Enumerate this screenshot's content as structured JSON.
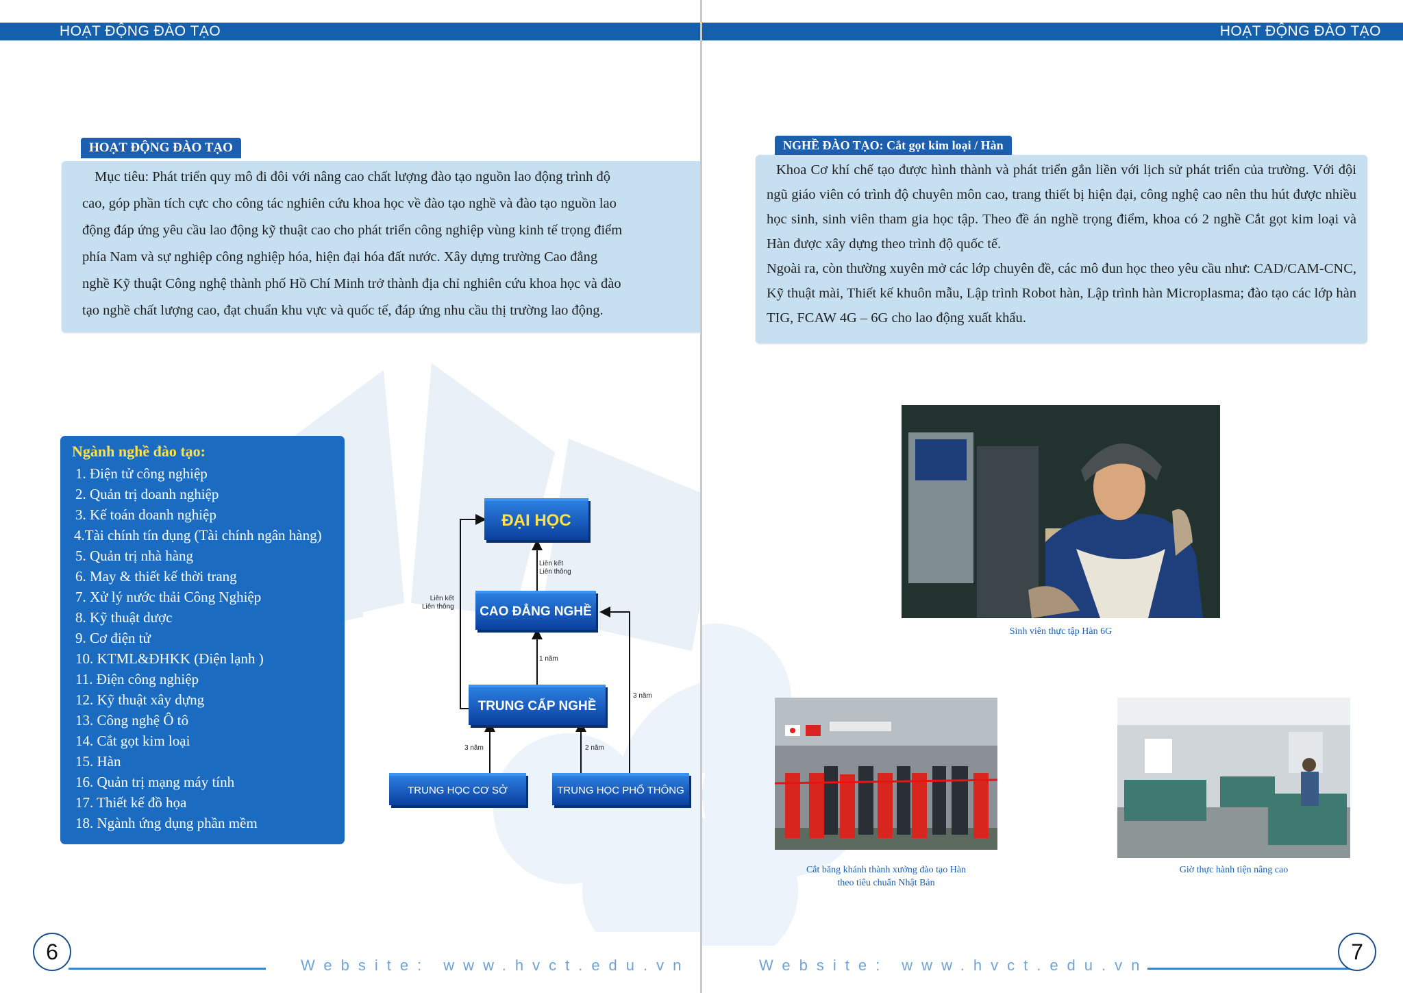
{
  "header": {
    "left_title": "HOẠT ĐỘNG ĐÀO TẠO",
    "right_title": "HOẠT ĐỘNG ĐÀO TẠO"
  },
  "left_page": {
    "section_label": "HOẠT ĐỘNG ĐÀO TẠO",
    "paragraph_lines": [
      "Mục tiêu: Phát triển quy mô đi đôi với nâng cao chất lượng đào tạo nguồn lao động trình độ",
      "cao, góp phần tích cực cho công tác nghiên cứu khoa học về đào tạo nghề và đào tạo nguồn lao",
      "động đáp ứng yêu cầu lao động kỹ thuật cao cho phát triển công nghiệp vùng kinh tế trọng điểm",
      "phía Nam và sự nghiệp công nghiệp hóa, hiện đại hóa đất nước. Xây dựng trường Cao đẳng",
      "nghề Kỹ thuật Công nghệ thành phố Hồ Chí Minh trở thành địa chỉ nghiên cứu khoa học và đào",
      "tạo nghề chất lượng cao, đạt chuẩn khu vực và quốc tế, đáp ứng nhu cầu thị trường lao động."
    ],
    "majors_title": "Ngành nghề đào tạo:",
    "majors": [
      "1. Điện tử công nghiệp",
      "2. Quản trị doanh nghiệp",
      "3. Kế toán doanh nghiệp",
      "4.Tài chính tín dụng (Tài chính ngân hàng)",
      "5. Quản trị nhà hàng",
      "6. May & thiết kế thời trang",
      "7. Xử lý nước thải Công Nghiệp",
      "8. Kỹ thuật dược",
      "9. Cơ điện tử",
      "10. KTML&ĐHKK (Điện lạnh )",
      "11. Điện công nghiệp",
      "12. Kỹ thuật xây dựng",
      "13. Công nghệ Ô tô",
      "14. Cắt gọt kim loại",
      "15. Hàn",
      "16. Quản trị mạng máy tính",
      "17. Thiết kế đồ họa",
      "18. Ngành ứng dụng phần mềm"
    ],
    "diagram": {
      "dai_hoc": "ĐẠI HỌC",
      "cao_dang": "CAO ĐẲNG NGHỀ",
      "trung_cap": "TRUNG CẤP NGHỀ",
      "thcs": "TRUNG HỌC CƠ SỞ",
      "thpt": "TRUNG HỌC PHỔ THÔNG",
      "link1_line1": "Liên kết",
      "link1_line2": "Liên thông",
      "link2_line1": "Liên kết",
      "link2_line2": "Liên thông",
      "one_year": "1 năm",
      "three_years_a": "3 năm",
      "three_years_b": "3 năm",
      "two_years": "2 năm"
    },
    "footer_url": "Website: www.hvct.edu.vn",
    "page_number": "6"
  },
  "right_page": {
    "section_label": "NGHỀ ĐÀO TẠO: Cắt gọt kim loại / Hàn",
    "paragraph1": "Khoa Cơ khí chế tạo được hình thành và phát triển gắn liền với lịch sử phát triển của trường. Với đội ngũ giáo viên có trình độ chuyên môn cao, trang thiết bị hiện đại, công nghệ cao nên thu hút được nhiều học sinh, sinh viên tham gia học tập. Theo đề án nghề trọng điểm, khoa có 2 nghề Cắt gọt kim loại và Hàn được xây dựng theo trình độ quốc tế.",
    "paragraph2": "Ngoài ra, còn thường xuyên mở các lớp chuyên đề, các mô đun học theo yêu cầu như: CAD/CAM-CNC, Kỹ thuật mài, Thiết kế khuôn mẫu, Lập trình Robot hàn, Lập trình hàn Microplasma; đào tạo các lớp hàn TIG, FCAW 4G – 6G cho lao động xuất khẩu.",
    "caption_main": "Sinh viên thực tập Hàn 6G",
    "caption_ribbon_line1": "Cắt băng khánh thành xưởng đào tạo Hàn",
    "caption_ribbon_line2": "theo tiêu chuẩn Nhật Bản",
    "caption_lathe": "Giờ thực hành tiện nâng cao",
    "footer_url": "Website: www.hvct.edu.vn",
    "page_number": "7"
  },
  "colors": {
    "header_blue": "#1560ad",
    "box_light_blue": "#c6dff1",
    "list_blue": "#1b6cc0",
    "list_title_yellow": "#ffe24a",
    "caption_blue": "#1a5fb4"
  }
}
